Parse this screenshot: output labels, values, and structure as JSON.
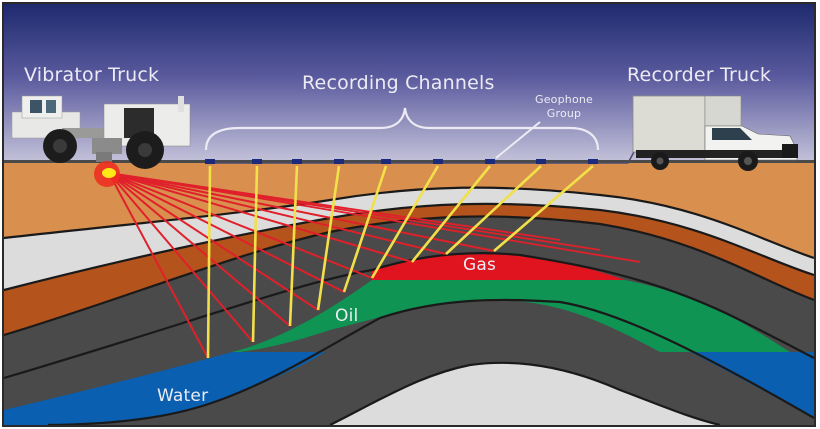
{
  "diagram": {
    "title": "Seismic Survey Cross-Section",
    "labels": {
      "vibrator_truck": "Vibrator Truck",
      "recording_channels": "Recording Channels",
      "recorder_truck": "Recorder Truck",
      "geophone_group_line1": "Geophone",
      "geophone_group_line2": "Group",
      "gas": "Gas",
      "oil": "Oil",
      "water": "Water"
    },
    "geophone_count": 9,
    "source_ray_count": 9,
    "colors": {
      "sky_top": "#1f2a6e",
      "sky_bottom": "#c9c7dc",
      "topsoil": "#d98f4e",
      "light_layer": "#dcdcdc",
      "rust_layer": "#b5531c",
      "dark_layer": "#4a4a4a",
      "gas": "#e0141f",
      "oil": "#0f9453",
      "water": "#0a5fb0",
      "source_ray": "#e0202a",
      "reflected_ray": "#f1e04a",
      "geophone": "#1b2a7a",
      "label_text": "#ecebf3"
    }
  }
}
